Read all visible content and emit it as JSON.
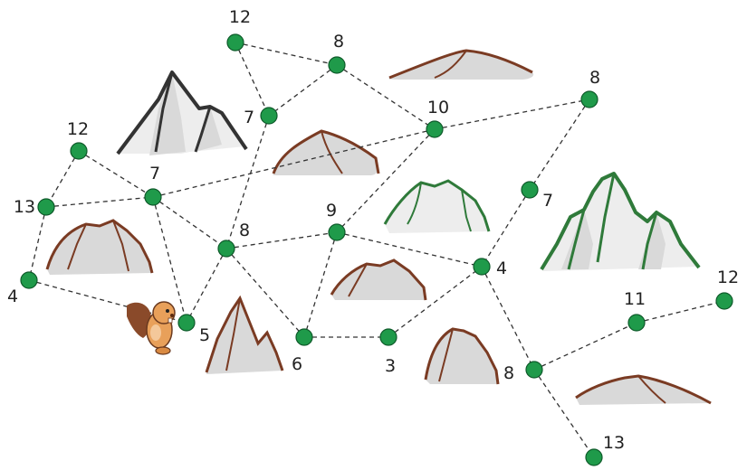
{
  "colors": {
    "node": "#1f9a4a",
    "edge": "#333333",
    "mountain_fill": "#d9d9d9",
    "ridge_brown": "#7a3b23",
    "ridge_green": "#2f7a3a",
    "ridge_dark": "#333333",
    "character": "#e8a05a"
  },
  "nodes": [
    {
      "id": "n1",
      "label": "12"
    },
    {
      "id": "n2",
      "label": "8"
    },
    {
      "id": "n3",
      "label": "7"
    },
    {
      "id": "n4",
      "label": "10"
    },
    {
      "id": "n5",
      "label": "8"
    },
    {
      "id": "n6",
      "label": "12"
    },
    {
      "id": "n7",
      "label": "7"
    },
    {
      "id": "n8",
      "label": "13"
    },
    {
      "id": "n9",
      "label": "7"
    },
    {
      "id": "n10",
      "label": "8"
    },
    {
      "id": "n11",
      "label": "9"
    },
    {
      "id": "n12",
      "label": "4"
    },
    {
      "id": "n13",
      "label": "4"
    },
    {
      "id": "n14",
      "label": "5"
    },
    {
      "id": "n15",
      "label": "6"
    },
    {
      "id": "n16",
      "label": "3"
    },
    {
      "id": "n17",
      "label": "11"
    },
    {
      "id": "n18",
      "label": "12"
    },
    {
      "id": "n19",
      "label": "8"
    },
    {
      "id": "n20",
      "label": "13"
    }
  ],
  "edges": [
    [
      "n1",
      "n2"
    ],
    [
      "n1",
      "n3"
    ],
    [
      "n2",
      "n3"
    ],
    [
      "n2",
      "n4"
    ],
    [
      "n4",
      "n5"
    ],
    [
      "n4",
      "n7"
    ],
    [
      "n4",
      "n11"
    ],
    [
      "n3",
      "n10"
    ],
    [
      "n5",
      "n9"
    ],
    [
      "n9",
      "n12"
    ],
    [
      "n6",
      "n8"
    ],
    [
      "n6",
      "n7"
    ],
    [
      "n8",
      "n7"
    ],
    [
      "n8",
      "n13"
    ],
    [
      "n7",
      "n10"
    ],
    [
      "n7",
      "n14"
    ],
    [
      "n13",
      "n14"
    ],
    [
      "n10",
      "n14"
    ],
    [
      "n10",
      "n11"
    ],
    [
      "n10",
      "n15"
    ],
    [
      "n11",
      "n12"
    ],
    [
      "n11",
      "n15"
    ],
    [
      "n15",
      "n16"
    ],
    [
      "n16",
      "n12"
    ],
    [
      "n12",
      "n19"
    ],
    [
      "n19",
      "n17"
    ],
    [
      "n17",
      "n18"
    ],
    [
      "n19",
      "n20"
    ]
  ]
}
